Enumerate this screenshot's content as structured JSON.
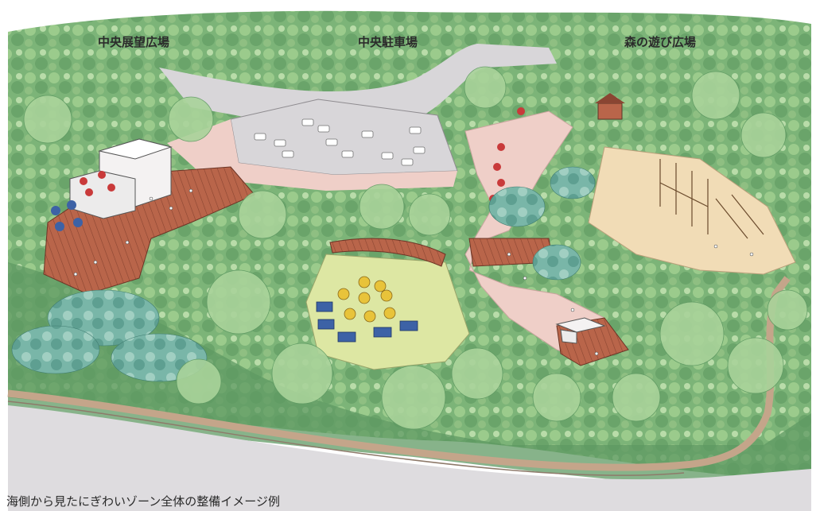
{
  "labels": {
    "central_observation_plaza": "中央展望広場",
    "central_parking": "中央駐車場",
    "forest_play_plaza": "森の遊び広場"
  },
  "caption": "海側から見たにぎわいゾーン全体の整備イメージ例",
  "colors": {
    "forest_dark": "#5f9a63",
    "forest_light": "#a9d39a",
    "teal_trees": "#6fb3a6",
    "path_pink": "#efcfc8",
    "deck_wood": "#b9654a",
    "sand": "#f1dcb6",
    "meadow": "#dde7a3",
    "road_gray": "#d8d6d9",
    "umbrella_yellow": "#e8c33a",
    "tent_blue": "#3d62a6",
    "dirt_path": "#c4a58a"
  }
}
